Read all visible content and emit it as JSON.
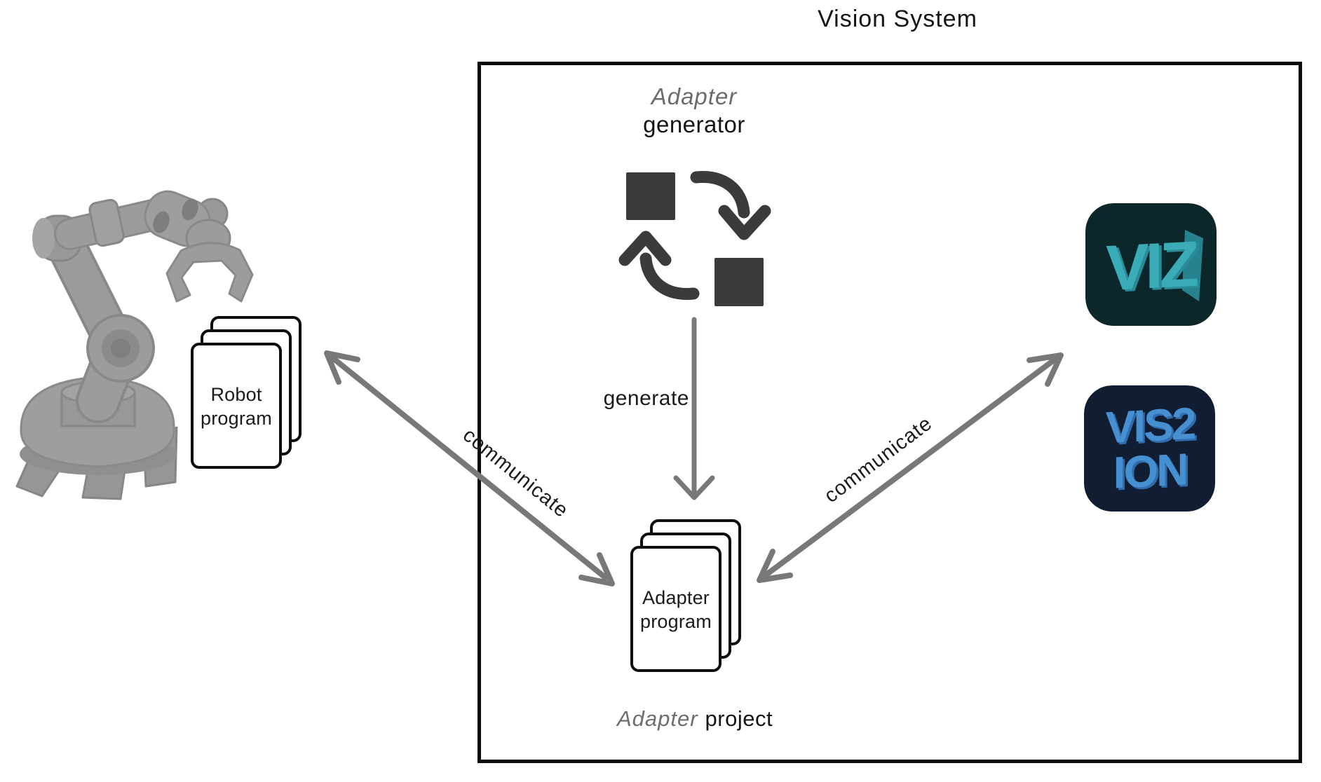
{
  "title": "Vision System",
  "generator_label": {
    "emph": "Adapter",
    "plain": "generator"
  },
  "generate_label": "generate",
  "robot_program_doc": {
    "line1": "Robot",
    "line2": "program"
  },
  "adapter_program_doc": {
    "line1": "Adapter",
    "line2": "program"
  },
  "adapter_project_label": {
    "emph": "Adapter",
    "plain": "project"
  },
  "arrows": {
    "left_label": "communicate",
    "right_label": "communicate"
  },
  "logos": {
    "viz_text": "VIZ",
    "vision_text_top": "VIS2",
    "vision_text_bottom": "ION"
  },
  "icons": {
    "generator_icon": "swap-squares-icon",
    "robot_icon": "robot-arm-illustration"
  },
  "colors": {
    "box_border": "#0a0a0a",
    "arrow_gray": "#787878",
    "icon_dark": "#3b3b3b",
    "robot_gray": "#9c9c9c",
    "viz_teal": "#3aacb8",
    "viz_bg": "#0c272a",
    "vision_blue": "#4690d2",
    "vision_bg": "#111d33"
  }
}
